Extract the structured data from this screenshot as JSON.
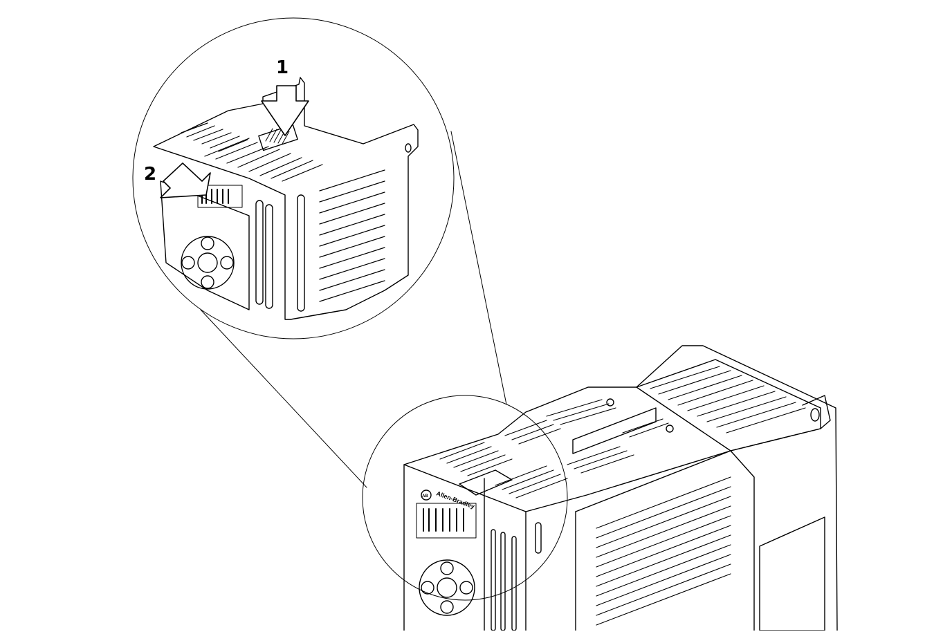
{
  "callouts": {
    "one": "1",
    "two": "2"
  },
  "drive_labels": {
    "brand": "Allen-Bradley",
    "ab_mark": "AB"
  },
  "colors": {
    "ink": "#000000",
    "background": "#ffffff"
  }
}
